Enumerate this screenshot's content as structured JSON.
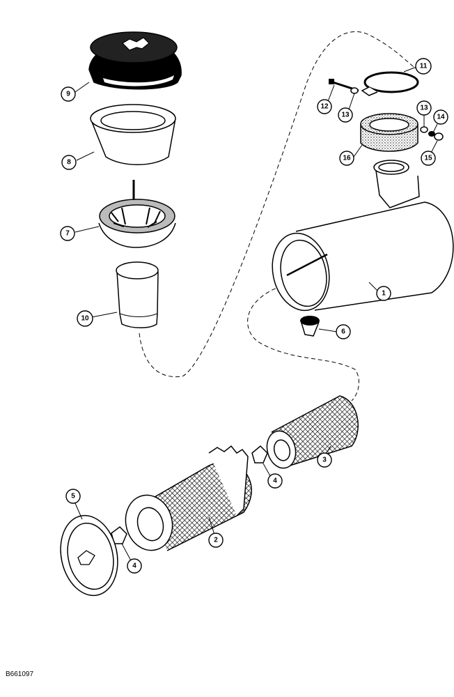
{
  "diagram": {
    "reference_code": "B661097",
    "callouts": [
      "9",
      "8",
      "7",
      "10",
      "11",
      "12",
      "13",
      "13",
      "14",
      "16",
      "15",
      "1",
      "6",
      "3",
      "4",
      "5",
      "4",
      "2"
    ]
  }
}
